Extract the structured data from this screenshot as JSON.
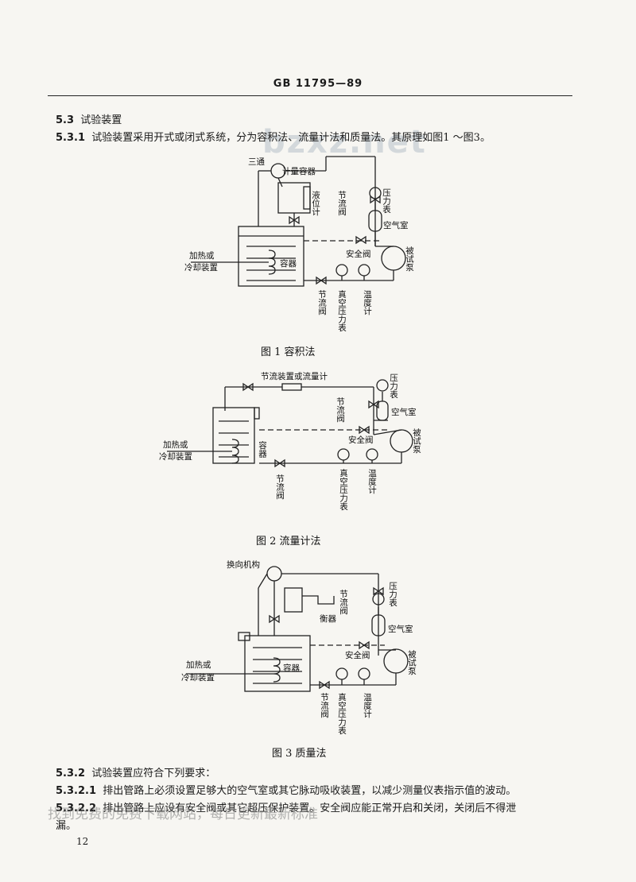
{
  "header": {
    "standard": "GB  11795—89"
  },
  "watermark": {
    "site": "bzxz.net",
    "footer": "找到免费的免费下载网站，每日更新最新标准"
  },
  "section": {
    "num_5_3": "5.3",
    "title_5_3": "试验装置",
    "num_5_3_1": "5.3.1",
    "text_5_3_1": "试验装置采用开式或闭式系统，分为容积法、流量计法和质量法。其原理如图1 ～图3。"
  },
  "figures": {
    "fig1": {
      "caption": "图 1    容积法",
      "labels": {
        "tee": "三通",
        "meter_vessel": "计量容器",
        "level_gauge": "液位计",
        "throttle_top": "节流阀",
        "pressure_gauge": "压力表",
        "air_chamber": "空气室",
        "safety_valve": "安全阀",
        "pump": "被试泵",
        "heating": "加热或",
        "cooling": "冷却装置",
        "container": "容器",
        "throttle_bottom": "节流阀",
        "vacuum_gauge": "真空压力表",
        "thermometer": "温度计"
      }
    },
    "fig2": {
      "caption": "图 2    流量计法",
      "labels": {
        "flow_device": "节流装置或流量计",
        "throttle_top": "节流阀",
        "pressure_gauge": "压力表",
        "air_chamber": "空气室",
        "safety_valve": "安全阀",
        "pump": "被试泵",
        "heating": "加热或",
        "cooling": "冷却装置",
        "container": "容器",
        "throttle_bottom": "节流阀",
        "vacuum_gauge": "真空压力表",
        "thermometer": "温度计"
      }
    },
    "fig3": {
      "caption": "图 3    质量法",
      "labels": {
        "diverter": "换向机构",
        "throttle_top": "节流阀",
        "scale": "衡器",
        "pressure_gauge": "压力表",
        "air_chamber": "空气室",
        "safety_valve": "安全阀",
        "pump": "被试泵",
        "heating": "加热或",
        "cooling": "冷却装置",
        "container": "容器",
        "throttle_bottom": "节流阀",
        "vacuum_gauge": "真空压力表",
        "thermometer": "温度计"
      }
    }
  },
  "requirements": {
    "num_5_3_2": "5.3.2",
    "text_5_3_2": "试验装置应符合下列要求：",
    "num_5_3_2_1": "5.3.2.1",
    "text_5_3_2_1": "排出管路上必须设置足够大的空气室或其它脉动吸收装置，以减少测量仪表指示值的波动。",
    "num_5_3_2_2": "5.3.2.2",
    "text_5_3_2_2": "排出管路上应设有安全阀或其它超压保护装置。安全阀应能正常开启和关闭，关闭后不得泄",
    "text_5_3_2_2_cont": "漏。"
  },
  "page": {
    "number": "12"
  }
}
